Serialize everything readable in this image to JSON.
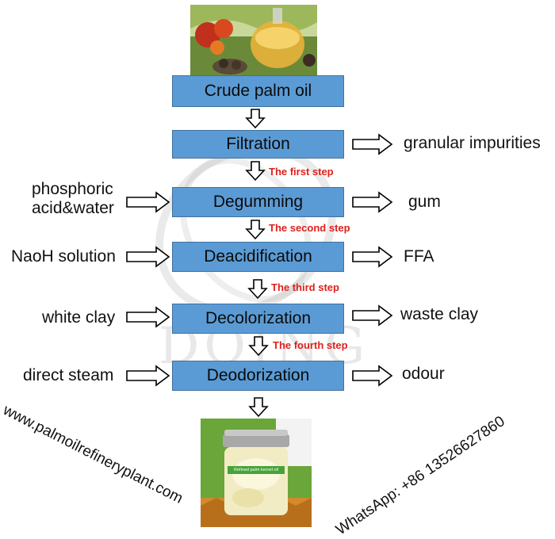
{
  "title": "Crude palm oil",
  "steps": [
    {
      "process": "Filtration",
      "input": "",
      "output": "granular impurities",
      "step_label": "The first step"
    },
    {
      "process": "Degumming",
      "input": "phosphoric\nacid&water",
      "output": "gum",
      "step_label": "The second step"
    },
    {
      "process": "Deacidification",
      "input": "NaoH solution",
      "output": "FFA",
      "step_label": "The third step"
    },
    {
      "process": "Decolorization",
      "input": "white clay",
      "output": "waste clay",
      "step_label": "The fourth step"
    },
    {
      "process": "Deodorization",
      "input": "direct steam",
      "output": "odour",
      "step_label": ""
    }
  ],
  "website": "www.palmoilrefineryplant.com",
  "whatsapp": "WhatsApp: +86 13526627860",
  "watermark": "DOING",
  "product_label": "Refined palm kernel oil",
  "colors": {
    "box_fill": "#5b9bd5",
    "box_border": "#41719c",
    "step_text": "#e0201d"
  }
}
